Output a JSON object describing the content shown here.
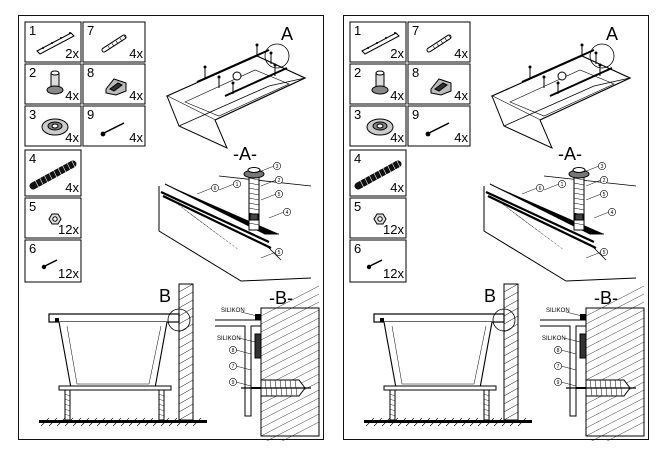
{
  "sheets": [
    {
      "parts": [
        {
          "num": "1",
          "qty": "2x",
          "icon": "rail-bar-icon"
        },
        {
          "num": "2",
          "qty": "4x",
          "icon": "leg-foot-icon"
        },
        {
          "num": "3",
          "qty": "4x",
          "icon": "washer-disc-icon"
        },
        {
          "num": "4",
          "qty": "4x",
          "icon": "threaded-rod-icon"
        },
        {
          "num": "5",
          "qty": "12x",
          "icon": "nut-icon"
        },
        {
          "num": "6",
          "qty": "12x",
          "icon": "screw-icon"
        },
        {
          "num": "7",
          "qty": "4x",
          "icon": "wall-plug-icon"
        },
        {
          "num": "8",
          "qty": "4x",
          "icon": "bracket-clip-icon"
        },
        {
          "num": "9",
          "qty": "4x",
          "icon": "long-screw-icon"
        }
      ],
      "labels": {
        "view_a": "A",
        "detail_a": "-A-",
        "view_b": "B",
        "detail_b": "-B-",
        "silikon_top": "SILIKON",
        "silikon_side": "SILIKON"
      },
      "callouts_a": [
        "3",
        "2",
        "5",
        "4",
        "5",
        "6",
        "1"
      ],
      "callouts_b": [
        "8",
        "7",
        "9"
      ]
    },
    {
      "parts": [
        {
          "num": "1",
          "qty": "2x",
          "icon": "rail-bar-icon"
        },
        {
          "num": "2",
          "qty": "4x",
          "icon": "leg-foot-icon"
        },
        {
          "num": "3",
          "qty": "4x",
          "icon": "washer-disc-icon"
        },
        {
          "num": "4",
          "qty": "4x",
          "icon": "threaded-rod-icon"
        },
        {
          "num": "5",
          "qty": "12x",
          "icon": "nut-icon"
        },
        {
          "num": "6",
          "qty": "12x",
          "icon": "screw-icon"
        },
        {
          "num": "7",
          "qty": "4x",
          "icon": "wall-plug-icon"
        },
        {
          "num": "8",
          "qty": "4x",
          "icon": "bracket-clip-icon"
        },
        {
          "num": "9",
          "qty": "4x",
          "icon": "long-screw-icon"
        }
      ],
      "labels": {
        "view_a": "A",
        "detail_a": "-A-",
        "view_b": "B",
        "detail_b": "-B-",
        "silikon_top": "SILIKON",
        "silikon_side": "SILIKON"
      },
      "callouts_a": [
        "3",
        "2",
        "5",
        "4",
        "5",
        "6",
        "1"
      ],
      "callouts_b": [
        "8",
        "7",
        "9"
      ]
    }
  ]
}
